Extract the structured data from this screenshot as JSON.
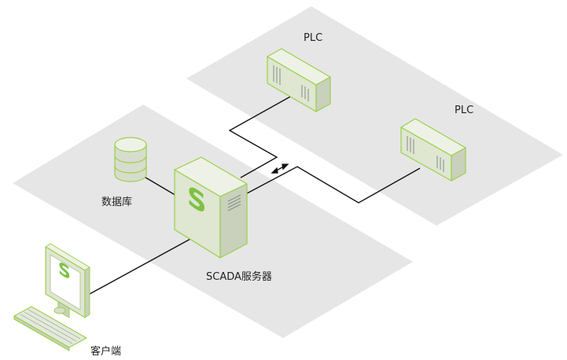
{
  "nodes": {
    "plc_top": {
      "label": "PLC"
    },
    "plc_right": {
      "label": "PLC"
    },
    "database": {
      "label": "数据库"
    },
    "scada_server": {
      "label": "SCADA服务器",
      "logo_text": "S"
    },
    "client": {
      "label": "客户端",
      "logo_text": "S"
    }
  },
  "colors": {
    "zone": "#e6e6e6",
    "device_face": "#dfe6d2",
    "device_side": "#c9d1bc",
    "device_top": "#eef2e6",
    "device_outline": "#9ccf4a",
    "brand_green": "#7dc142",
    "link": "#111111"
  },
  "icons": [
    "bidirectional-arrow-icon",
    "server-logo-icon",
    "monitor-logo-icon"
  ]
}
